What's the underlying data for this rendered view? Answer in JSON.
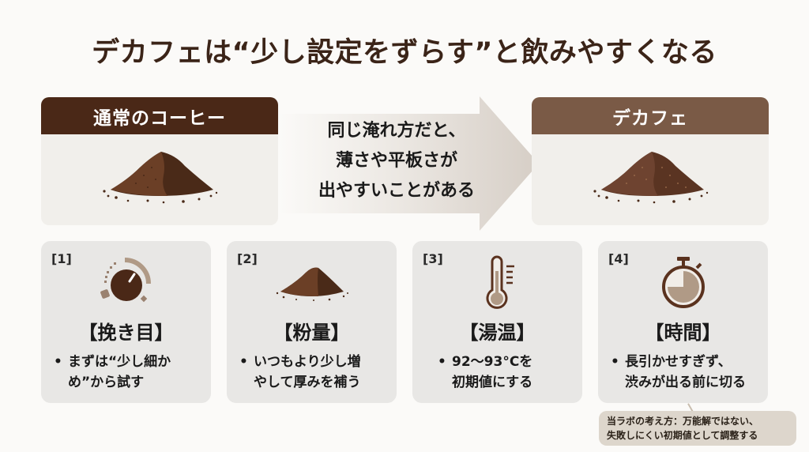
{
  "title": "デカフェは“少し設定をずらす”と飲みやすくなる",
  "comparison": {
    "left": {
      "header": "通常のコーヒー",
      "header_color": "#4a2817",
      "image": "coffee-grounds-pile"
    },
    "arrow": {
      "lines": [
        "同じ淹れ方だと、",
        "薄さや平板さが",
        "出やすいことがある"
      ]
    },
    "right": {
      "header": "デカフェ",
      "header_color": "#7a5a46",
      "image": "coffee-grounds-pile"
    }
  },
  "cards": [
    {
      "num": "[1]",
      "icon": "grind-dial-icon",
      "label": "【挽き目】",
      "line1": "まずは“少し細か",
      "line2": "め”から試す"
    },
    {
      "num": "[2]",
      "icon": "coffee-grounds-icon",
      "label": "【粉量】",
      "line1": "いつもより少し増",
      "line2": "やして厚みを補う"
    },
    {
      "num": "[3]",
      "icon": "thermometer-icon",
      "label": "【湯温】",
      "line1": "92〜93°Cを",
      "line2": "初期値にする"
    },
    {
      "num": "[4]",
      "icon": "stopwatch-icon",
      "label": "【時間】",
      "line1": "長引かせすぎず、",
      "line2": "渋みが出る前に切る"
    }
  ],
  "bullet": "•",
  "note": {
    "line1": "当ラボの考え方：万能解ではない、",
    "line2": "失敗しにくい初期値として調整する"
  },
  "colors": {
    "title": "#3b2418",
    "dark_brown": "#4a2817",
    "medium_brown": "#7a5a46",
    "light_brown": "#b09a86",
    "card_bg": "#e8e7e5",
    "note_bg": "#ddd6cc"
  }
}
